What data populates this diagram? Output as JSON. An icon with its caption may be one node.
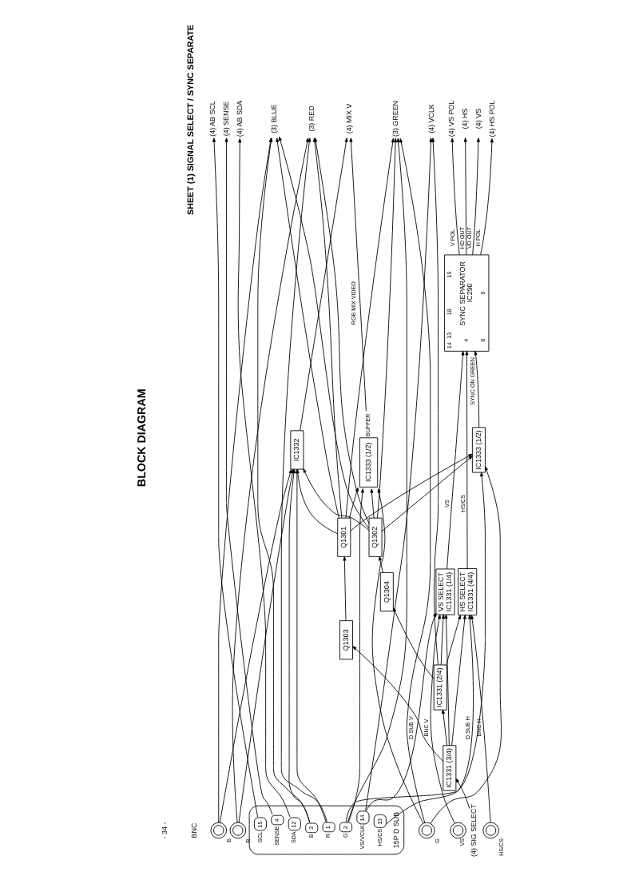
{
  "diagram": {
    "title": "BLOCK DIAGRAM",
    "nodes": [
      {
        "text": [
          "(4) MIX V"
        ]
      },
      {
        "text": [
          "(3) RED"
        ]
      },
      {
        "text": [
          "(3) GREEN"
        ]
      },
      {
        "text": [
          "(3) BLUE"
        ]
      },
      {
        "text": [
          "(4) HS"
        ]
      },
      {
        "text": [
          "(4) VS"
        ]
      },
      {
        "text": [
          "(4) HS POL"
        ]
      },
      {
        "text": [
          "(4) VS POL"
        ]
      },
      {
        "text": [
          "(4) SENSE"
        ]
      },
      {
        "text": [
          "(4) VCLK"
        ]
      },
      {
        "text": [
          "(4) AB SCL"
        ]
      },
      {
        "text": [
          "(4) AB SDA"
        ]
      },
      {
        "text": [
          "IC1333 (1/2)"
        ],
        "beside": [
          "BUFFER"
        ]
      },
      {
        "text": [
          "IC1332"
        ]
      },
      {
        "text": [
          "14",
          "13",
          "18",
          "19",
          "4",
          "SYNC SEPARATOR",
          "IC290",
          "8",
          "9"
        ]
      },
      {
        "text": [
          "IC1333 (1/2)"
        ]
      },
      {
        "text": [
          "HS SELECT",
          "IC1331 (4/4)"
        ]
      },
      {
        "text": [
          "VS SELECT",
          "IC1331 (1/4)"
        ]
      },
      {
        "text": [
          "(4) SIG SELECT"
        ]
      },
      {
        "text": [
          "IC1331 (3/4)"
        ]
      },
      {
        "text": [
          "IC1331 (2/4)"
        ]
      },
      {
        "text": [
          "Q1303"
        ]
      },
      {
        "text": [
          "Q1301"
        ]
      },
      {
        "text": [
          "Q1304"
        ]
      },
      {
        "text": [
          "Q1302"
        ]
      },
      {
        "text": [],
        "shape": "circle",
        "beside": [
          "R"
        ]
      },
      {
        "text": [],
        "shape": "circle",
        "beside": [
          "G"
        ]
      },
      {
        "text": [],
        "shape": "circle",
        "beside": [
          "B"
        ]
      },
      {
        "text": [],
        "shape": "circle",
        "beside": [
          "HS/CS"
        ]
      },
      {
        "text": [],
        "shape": "circle",
        "beside": [
          "VS"
        ]
      },
      {
        "text": [
          "15P D SUB"
        ]
      },
      {
        "text": [
          "1"
        ],
        "beside": [
          "R"
        ],
        "in": 30
      },
      {
        "text": [
          "2"
        ],
        "beside": [
          "G"
        ],
        "in": 30
      },
      {
        "text": [
          "3"
        ],
        "beside": [
          "B"
        ],
        "in": 30
      },
      {
        "text": [
          "4"
        ],
        "beside": [
          "SENSE"
        ],
        "in": 30
      },
      {
        "text": [
          "12"
        ],
        "beside": [
          "SDA"
        ],
        "in": 30
      },
      {
        "text": [
          "13"
        ],
        "beside": [
          "HS/CS"
        ],
        "in": 30
      },
      {
        "text": [
          "14"
        ],
        "beside": [
          "VS/VCLK"
        ],
        "in": 30
      },
      {
        "text": [
          "15"
        ],
        "beside": [
          "SCL"
        ],
        "in": 30
      }
    ],
    "edges": [
      {
        "from": 12,
        "to": 0,
        "arrow": "to",
        "label": "RGB MIX VIDEO"
      },
      {
        "from": 13,
        "to": 0,
        "arrow": "to"
      },
      {
        "from": 15,
        "to": 14,
        "arrow": "to",
        "label": "SYNC ON GREEN"
      },
      {
        "from": 14,
        "to": 4,
        "arrow": "to",
        "label": "HD OUT"
      },
      {
        "from": 14,
        "to": 5,
        "arrow": "to",
        "label": "VD OUT"
      },
      {
        "from": 14,
        "to": 6,
        "arrow": "to",
        "label": "H POL"
      },
      {
        "from": 14,
        "to": 7,
        "arrow": "to",
        "label": "V POL"
      },
      {
        "from": 16,
        "to": 14,
        "arrow": "to",
        "label": "HS/CS"
      },
      {
        "from": 17,
        "to": 14,
        "arrow": "to",
        "label": "VS"
      },
      {
        "from": 28,
        "to": 16,
        "arrow": "to",
        "label": "BNC H"
      },
      {
        "from": 36,
        "to": 16,
        "arrow": "to",
        "label": "D.SUB H"
      },
      {
        "from": 29,
        "to": 17,
        "arrow": "to",
        "label": "BNC V"
      },
      {
        "from": 37,
        "to": 17,
        "arrow": "to",
        "label": "D.SUB V"
      },
      {
        "from": 18,
        "to": 19,
        "arrow": "to"
      },
      {
        "from": 19,
        "to": 21,
        "arrow": "to"
      },
      {
        "from": 19,
        "to": 20,
        "arrow": "to"
      },
      {
        "from": 19,
        "to": 16,
        "arrow": "to"
      },
      {
        "from": 19,
        "to": 17,
        "arrow": "to"
      },
      {
        "from": 21,
        "to": 22,
        "arrow": "to"
      },
      {
        "from": 20,
        "to": 23,
        "arrow": "to"
      },
      {
        "from": 20,
        "to": 16,
        "arrow": "to"
      },
      {
        "from": 20,
        "to": 17,
        "arrow": "to"
      },
      {
        "from": 20,
        "to": 9,
        "arrow": "to"
      },
      {
        "from": 23,
        "to": 24,
        "arrow": "to"
      },
      {
        "from": 25,
        "to": 1,
        "arrow": "to"
      },
      {
        "from": 25,
        "to": 13,
        "arrow": "to"
      },
      {
        "from": 26,
        "to": 2,
        "arrow": "to"
      },
      {
        "from": 26,
        "to": 12,
        "arrow": "to"
      },
      {
        "from": 26,
        "to": 15,
        "arrow": "to"
      },
      {
        "from": 27,
        "to": 3,
        "arrow": "to"
      },
      {
        "from": 27,
        "to": 13,
        "arrow": "to"
      },
      {
        "from": 31,
        "to": 1,
        "arrow": "to"
      },
      {
        "from": 31,
        "to": 13,
        "arrow": "to"
      },
      {
        "from": 32,
        "to": 2,
        "arrow": "to"
      },
      {
        "from": 32,
        "to": 12,
        "arrow": "to"
      },
      {
        "from": 32,
        "to": 15,
        "arrow": "to"
      },
      {
        "from": 33,
        "to": 3,
        "arrow": "to"
      },
      {
        "from": 33,
        "to": 13,
        "arrow": "to"
      },
      {
        "from": 22,
        "to": 1,
        "arrow": "to"
      },
      {
        "from": 22,
        "to": 2,
        "arrow": "to"
      },
      {
        "from": 22,
        "to": 3,
        "arrow": "to"
      },
      {
        "from": 22,
        "to": 12,
        "arrow": "to"
      },
      {
        "from": 22,
        "to": 13,
        "arrow": "to"
      },
      {
        "from": 22,
        "to": 15,
        "arrow": "to"
      },
      {
        "from": 24,
        "to": 1,
        "arrow": "to"
      },
      {
        "from": 24,
        "to": 2,
        "arrow": "to"
      },
      {
        "from": 24,
        "to": 3,
        "arrow": "to"
      },
      {
        "from": 24,
        "to": 12,
        "arrow": "to"
      },
      {
        "from": 24,
        "to": 13,
        "arrow": "to"
      },
      {
        "from": 24,
        "to": 15,
        "arrow": "to"
      },
      {
        "from": 34,
        "to": 8,
        "arrow": "to"
      },
      {
        "from": 35,
        "to": 11,
        "arrow": "to"
      },
      {
        "from": 37,
        "to": 9,
        "arrow": "to"
      },
      {
        "from": 38,
        "to": 10,
        "arrow": "to"
      }
    ],
    "labels": [
      "SHEET (1) SIGNAL SELECT / SYNC SEPARATE",
      "BNC",
      "- 34 -"
    ]
  }
}
